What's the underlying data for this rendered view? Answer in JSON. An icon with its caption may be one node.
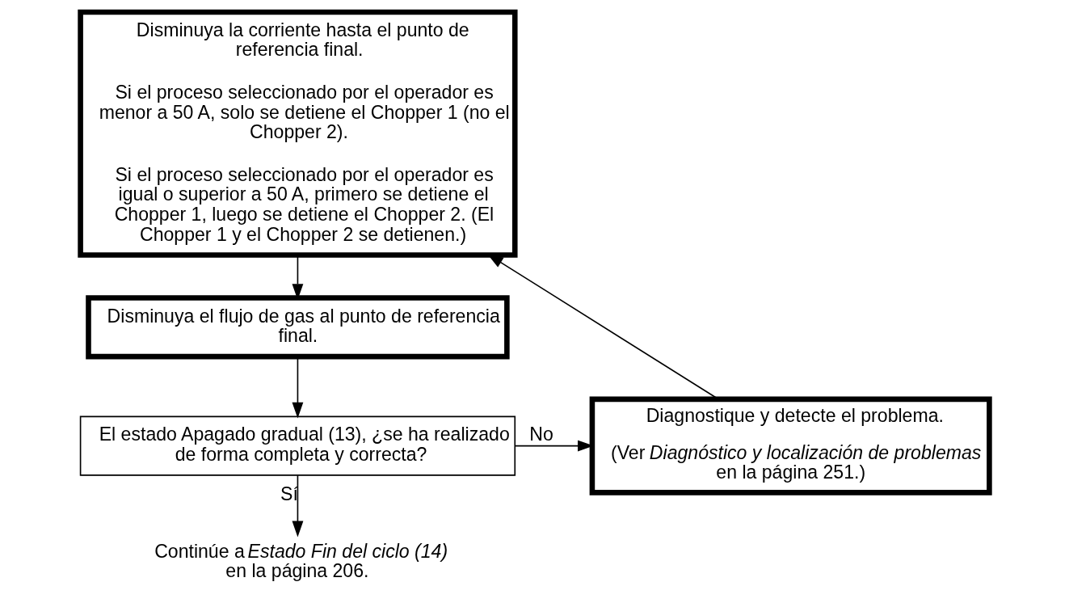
{
  "diagram": {
    "nodes": [
      {
        "text": [
          "Disminuya la corriente hasta el punto de referencia final.",
          "Si el proceso seleccionado por el operador es menor a 50 A, solo se detiene el Chopper 1 (no el Chopper 2).",
          "Si el proceso seleccionado por el operador es igual o superior a 50 A, primero se detiene el Chopper 1, luego se detiene el Chopper 2. (El Chopper 1 y el Chopper 2 se detienen.)"
        ]
      },
      {
        "text": [
          "Disminuya el flujo de gas al punto de referencia final."
        ]
      },
      {
        "text": [
          "El estado Apagado gradual (13), ¿se ha realizado de forma completa y correcta?"
        ]
      },
      {
        "text": [
          "Diagnostique y detecte el problema.",
          "(Ver *Diagnóstico y localización de problemas* en la página 251.)"
        ]
      },
      {
        "text": [
          "Continúe a *Estado Fin del ciclo (14)* en la página 206."
        ]
      }
    ],
    "edges": [
      {
        "from": 0,
        "to": 1,
        "arrow": "to"
      },
      {
        "from": 1,
        "to": 2,
        "arrow": "to"
      },
      {
        "from": 2,
        "to": 3,
        "arrow": "to",
        "label": "No"
      },
      {
        "from": 2,
        "to": 4,
        "arrow": "to",
        "label": "Sí"
      },
      {
        "from": 3,
        "to": 0,
        "arrow": "to"
      }
    ]
  }
}
